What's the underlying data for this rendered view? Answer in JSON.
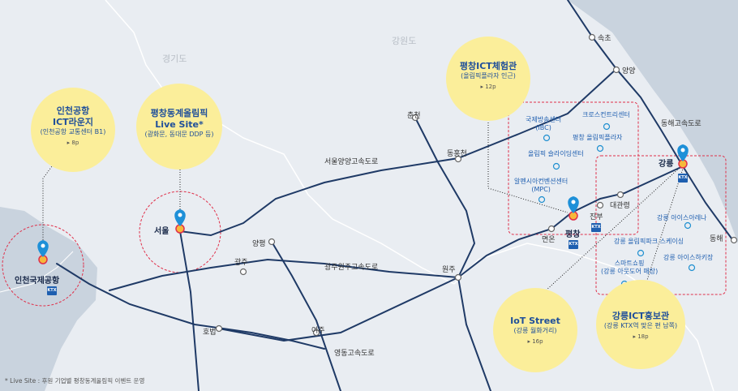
{
  "regions": {
    "gyeonggi": "경기도",
    "gangwon": "강원도"
  },
  "bubbles": {
    "incheon_lounge": {
      "title1": "인천공항",
      "title2": "ICT라운지",
      "sub": "(인천공항 교통센터 B1)",
      "page": "▸ 8p"
    },
    "live_site": {
      "title1": "평창동계올림픽",
      "title2": "Live Site*",
      "sub": "(광화문, 동대문 DDP 등)",
      "page": ""
    },
    "experience": {
      "title1": "평창ICT체험관",
      "sub": "(올림픽플라자 인근)",
      "page": "▸ 12p"
    },
    "iot_street": {
      "title1": "IoT Street",
      "sub": "(강릉 월화거리)",
      "page": "▸ 16p"
    },
    "promo": {
      "title1": "강릉ICT홍보관",
      "sub": "(강릉 KTX역 맞은 편 남쪽)",
      "page": "▸ 18p"
    }
  },
  "cities": {
    "incheon_airport": "인천국제공항",
    "seoul": "서울",
    "pyeongchang": "평창",
    "gangneung": "강릉"
  },
  "places": {
    "sokcho": "속초",
    "yangyang": "양양",
    "donghae_hw": "동해고속도로",
    "chuncheon": "춘천",
    "seoul_yangyang_hw": "서울양양고속도로",
    "donghongcheon": "동홍천",
    "yangpyeong": "양평",
    "gwangju": "광주",
    "gwangju_wonju_hw": "광주원주고속도로",
    "wonju": "원주",
    "yeoju": "여주",
    "hobeop": "호법",
    "yeongdong_hw": "영동고속도로",
    "myeonon": "면온",
    "jinbu": "진부",
    "daegwallyeong": "대관령",
    "donghae": "동해"
  },
  "venues": {
    "ibc": {
      "name": "국제방송센터",
      "abbr": "(IBC)"
    },
    "cross_country": {
      "name": "크로스컨트리센터"
    },
    "pc_plaza": {
      "name": "평창 올림픽플라자"
    },
    "sliding": {
      "name": "올림픽 슬라이딩센터"
    },
    "alpensia": {
      "name": "알펜시아컨벤션센터",
      "abbr": "(MPC)"
    },
    "ice_arena": {
      "name": "강릉 아이스아레나"
    },
    "olympic_park": {
      "name": "강릉 올림픽파크 스케이싱"
    },
    "smart_shopping": {
      "name": "스마트쇼핑",
      "abbr": "(강릉 아웃도어 매장)"
    },
    "hockey": {
      "name": "강릉 아이스하키장"
    }
  },
  "ktx_label": "KTX",
  "footnote": "* Live Site : 후원 기업별 평창동계올림픽 이벤트 운영",
  "colors": {
    "land": "#e9edf2",
    "sea": "#c9d3de",
    "road": "#1f3a66",
    "accent": "#1e5fb0",
    "bubble": "#fbee9a",
    "dashed": "#e0304a"
  }
}
